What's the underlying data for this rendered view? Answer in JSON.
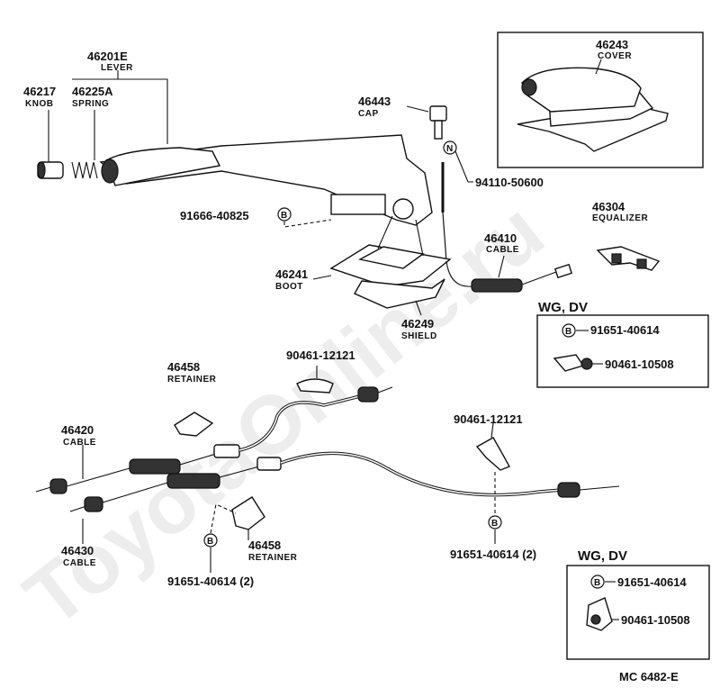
{
  "watermark": "ToyotaOnline.ru",
  "labels": {
    "lever_pn": "46201E",
    "lever_nm": "LEVER",
    "knob_pn": "46217",
    "knob_nm": "KNOB",
    "spring_pn": "46225A",
    "spring_nm": "SPRING",
    "cap_pn": "46443",
    "cap_nm": "CAP",
    "cover_pn": "46243",
    "cover_nm": "COVER",
    "n_marker": "N",
    "rod_pn": "94110-50600",
    "bolt_top_pn": "91666-40825",
    "b_marker": "B",
    "equalizer_pn": "46304",
    "equalizer_nm": "EQUALIZER",
    "cable_front_pn": "46410",
    "cable_front_nm": "CABLE",
    "boot_pn": "46241",
    "boot_nm": "BOOT",
    "shield_pn": "46249",
    "shield_nm": "SHIELD",
    "box1_title": "WG, DV",
    "box1_bolt_pn": "91651-40614",
    "box1_clamp_pn": "90461-10508",
    "retainer_top_pn": "46458",
    "retainer_top_nm": "RETAINER",
    "clamp_top_pn": "90461-12121",
    "cable_left_pn": "46420",
    "cable_left_nm": "CABLE",
    "clamp_right_pn": "90461-12121",
    "cable_right_pn": "46430",
    "cable_right_nm": "CABLE",
    "retainer_bottom_pn": "46458",
    "retainer_bottom_nm": "RETAINER",
    "bolt_bottom_left_pn": "91651-40614 (2)",
    "bolt_bottom_right_pn": "91651-40614 (2)",
    "box2_title": "WG, DV",
    "box2_bolt_pn": "91651-40614",
    "box2_clamp_pn": "90461-10508",
    "code": "MC 6482-E"
  }
}
